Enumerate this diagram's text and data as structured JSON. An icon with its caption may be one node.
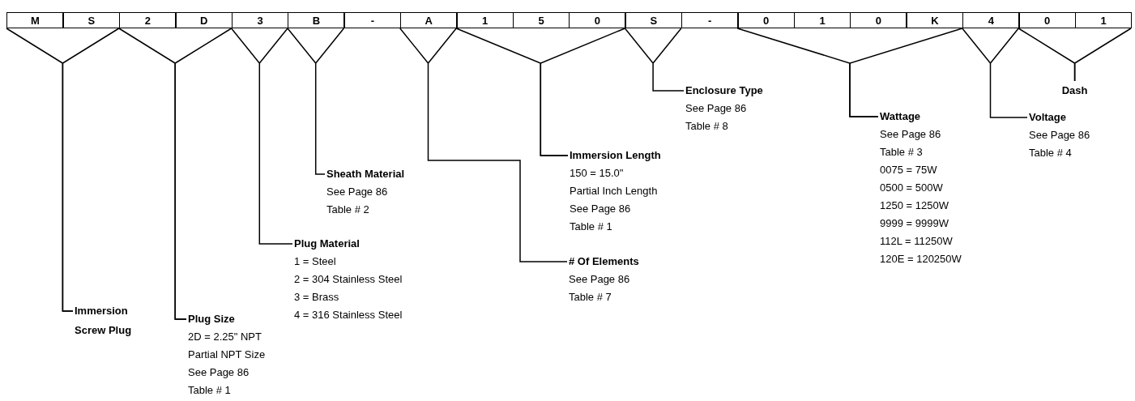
{
  "diagram": {
    "nodes": [
      {
        "text": [
          "M"
        ]
      },
      {
        "text": [
          "S"
        ]
      },
      {
        "text": [
          "2"
        ]
      },
      {
        "text": [
          "D"
        ]
      },
      {
        "text": [
          "3"
        ]
      },
      {
        "text": [
          "B"
        ]
      },
      {
        "text": [
          "-"
        ]
      },
      {
        "text": [
          "A"
        ]
      },
      {
        "text": [
          "1"
        ]
      },
      {
        "text": [
          "5"
        ]
      },
      {
        "text": [
          "0"
        ]
      },
      {
        "text": [
          "S"
        ]
      },
      {
        "text": [
          "-"
        ]
      },
      {
        "text": [
          "0"
        ]
      },
      {
        "text": [
          "1"
        ]
      },
      {
        "text": [
          "0"
        ]
      },
      {
        "text": [
          "K"
        ]
      },
      {
        "text": [
          "4"
        ]
      },
      {
        "text": [
          "0"
        ]
      },
      {
        "text": [
          "1"
        ]
      },
      {
        "text": [
          "Immersion Screw Plug"
        ]
      },
      {
        "text": [
          "Plug Size",
          "2D = 2.25\" NPT",
          "Partial NPT Size",
          "See Page 86",
          "Table # 1"
        ]
      },
      {
        "text": [
          "Plug Material",
          "1 = Steel",
          "2 = 304 Stainless Steel",
          "3 = Brass",
          "4 = 316 Stainless Steel"
        ]
      },
      {
        "text": [
          "Sheath Material",
          "See Page 86",
          "Table # 2"
        ]
      },
      {
        "text": [
          "# Of Elements",
          "See Page 86",
          "Table # 7"
        ]
      },
      {
        "text": [
          "Immersion Length",
          "150 = 15.0\"",
          "Partial Inch Length",
          "See Page 86",
          "Table # 1"
        ]
      },
      {
        "text": [
          "Enclosure Type",
          "See Page 86",
          "Table # 8"
        ]
      },
      {
        "text": [
          "Wattage",
          "See Page 86",
          "Table # 3",
          "0075 = 75W",
          "0500 = 500W",
          "1250 = 1250W",
          "9999 = 9999W",
          "112L = 11250W",
          "120E = 120250W"
        ]
      },
      {
        "text": [
          "Voltage",
          "See Page 86",
          "Table # 4"
        ]
      },
      {
        "text": [
          "Dash"
        ]
      }
    ],
    "edges": [
      {
        "from": 0,
        "to": 20,
        "arrow": "none"
      },
      {
        "from": 1,
        "to": 20,
        "arrow": "none"
      },
      {
        "from": 2,
        "to": 21,
        "arrow": "none"
      },
      {
        "from": 3,
        "to": 21,
        "arrow": "none"
      },
      {
        "from": 4,
        "to": 22,
        "arrow": "none"
      },
      {
        "from": 5,
        "to": 23,
        "arrow": "none"
      },
      {
        "from": 7,
        "to": 24,
        "arrow": "none"
      },
      {
        "from": 8,
        "to": 25,
        "arrow": "none"
      },
      {
        "from": 10,
        "to": 25,
        "arrow": "none"
      },
      {
        "from": 11,
        "to": 26,
        "arrow": "none"
      },
      {
        "from": 13,
        "to": 27,
        "arrow": "none"
      },
      {
        "from": 16,
        "to": 27,
        "arrow": "none"
      },
      {
        "from": 17,
        "to": 28,
        "arrow": "none"
      },
      {
        "from": 18,
        "to": 29,
        "arrow": "none"
      },
      {
        "from": 19,
        "to": 29,
        "arrow": "none"
      }
    ]
  }
}
